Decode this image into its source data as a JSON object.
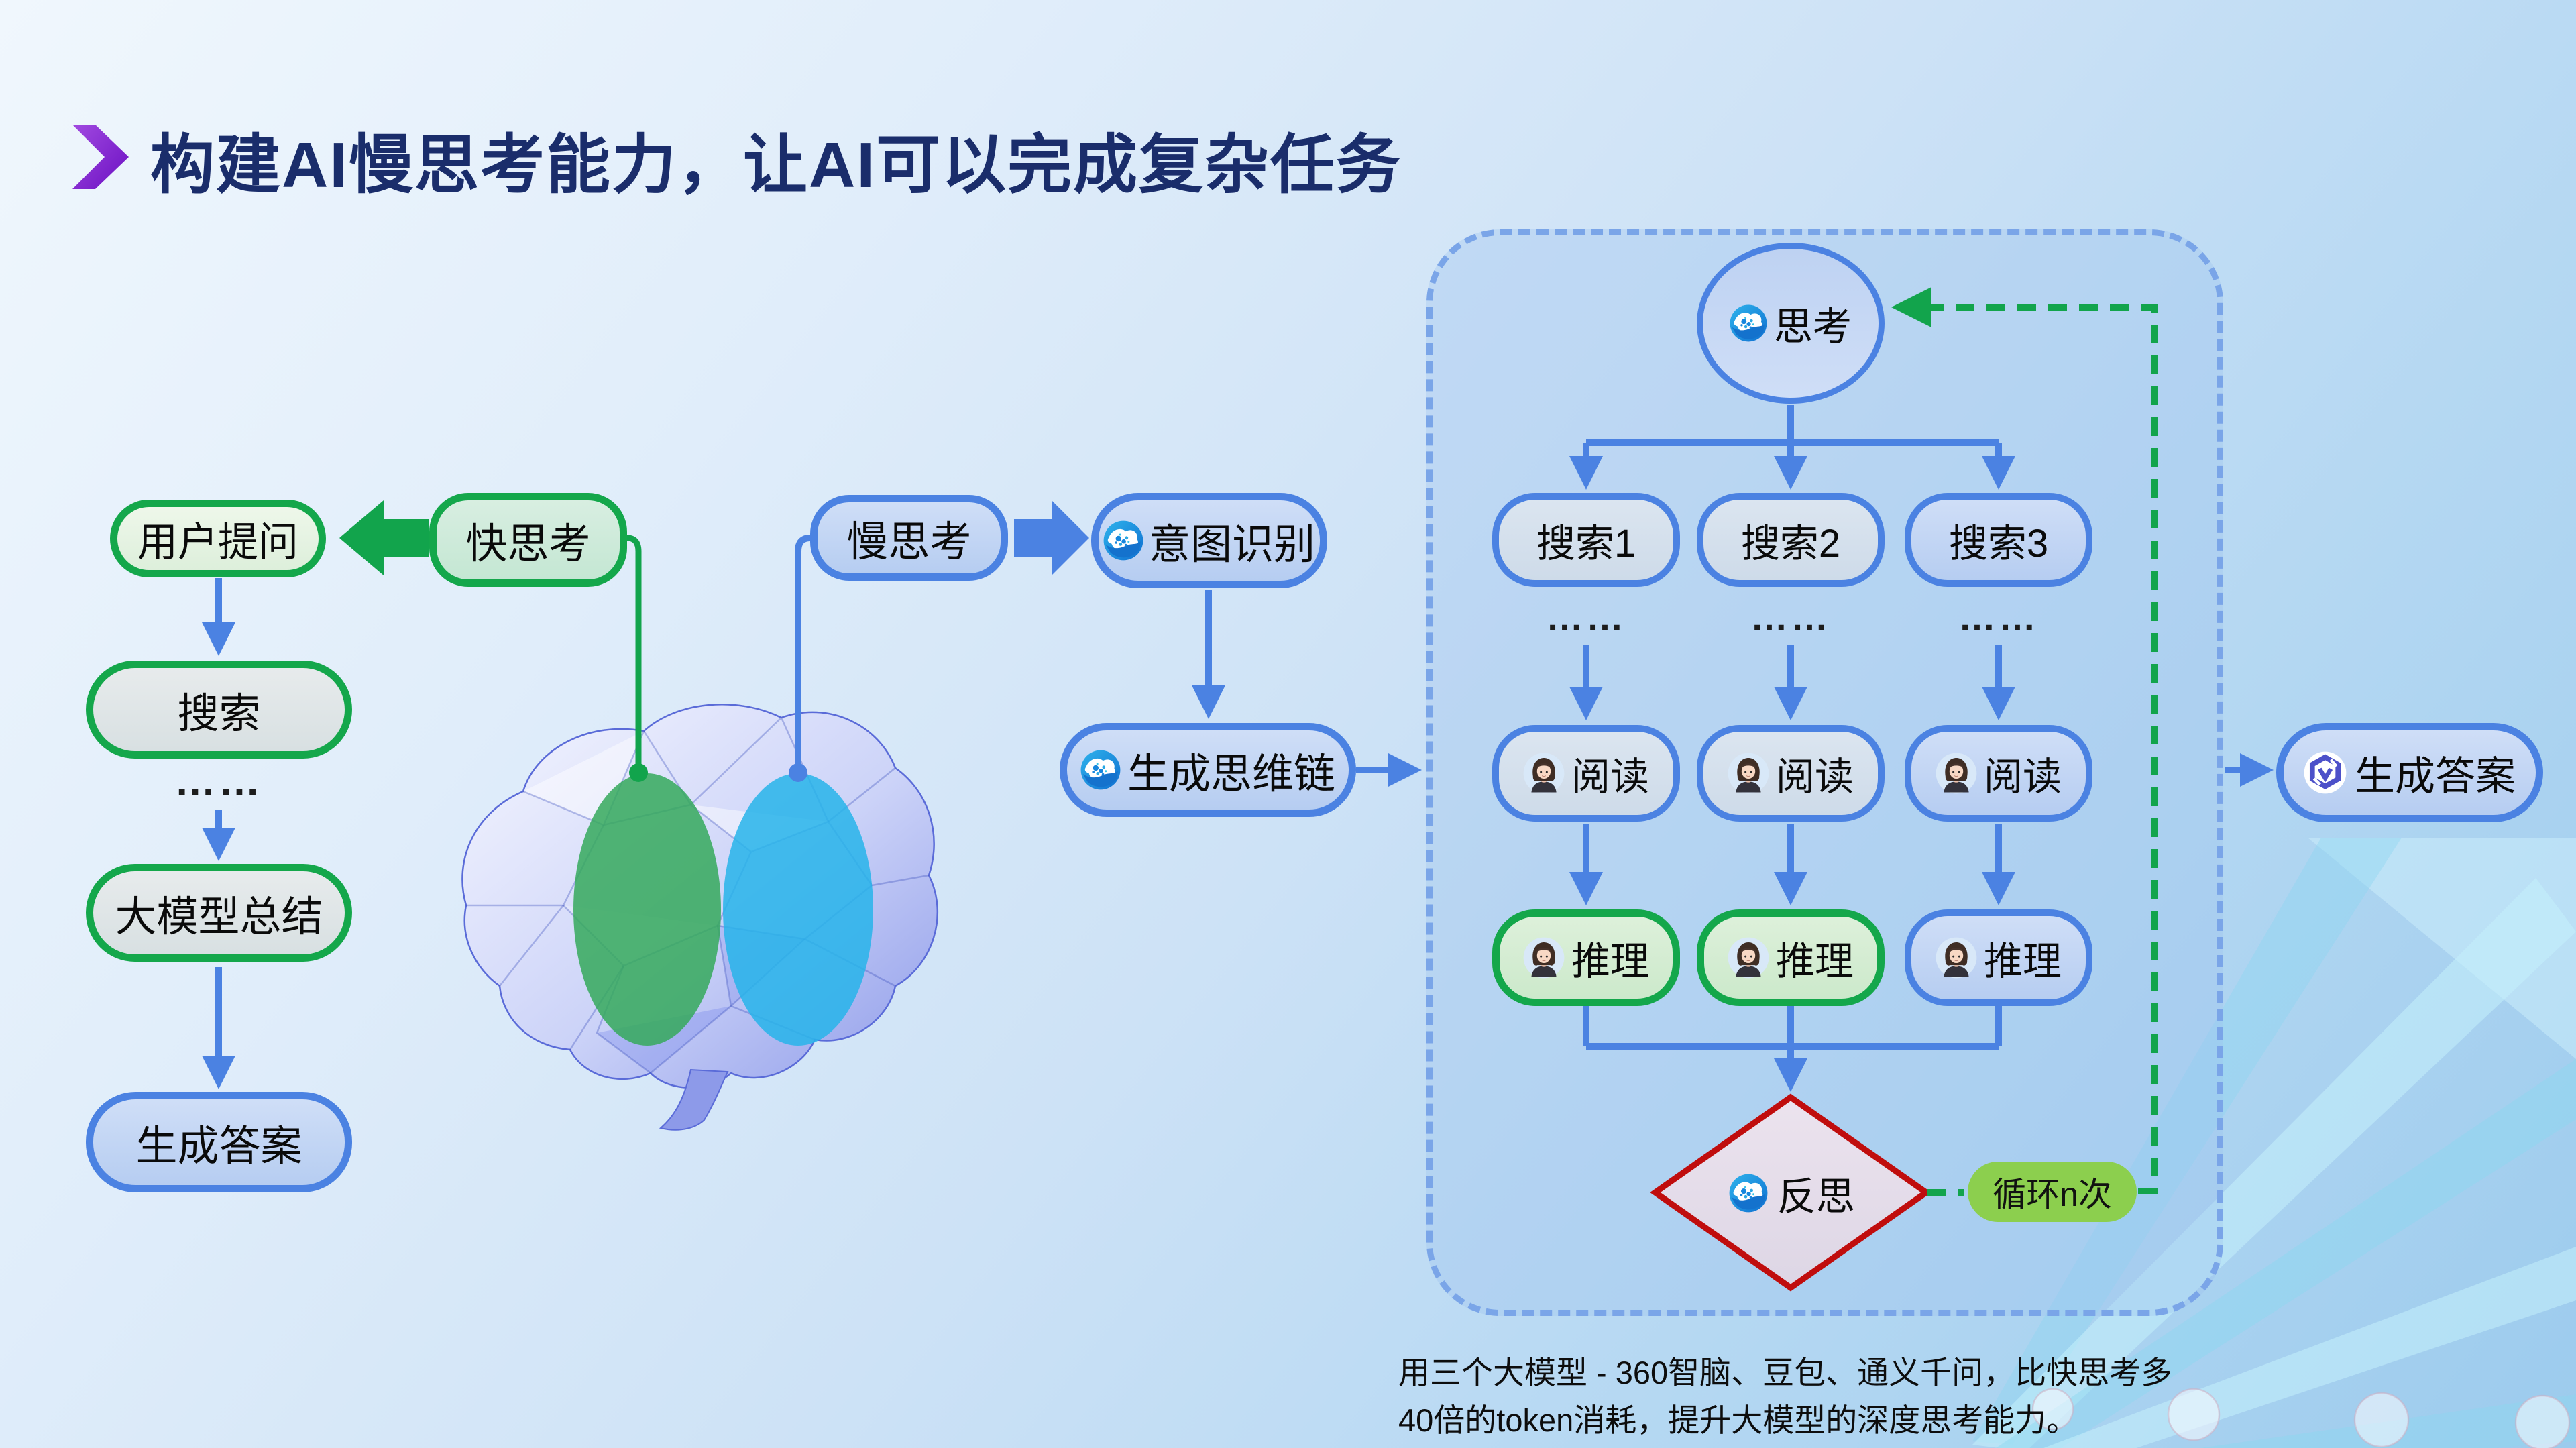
{
  "title": "构建AI慢思考能力，让AI可以完成复杂任务",
  "left_flow": {
    "user_question": "用户提问",
    "fast_think": "快思考",
    "search": "搜索",
    "dots": "……",
    "summary": "大模型总结",
    "answer": "生成答案"
  },
  "middle_flow": {
    "slow_think": "慢思考",
    "intent": "意图识别",
    "cot": "生成思维链"
  },
  "loop_box": {
    "think": "思考",
    "search1": "搜索1",
    "search2": "搜索2",
    "search3": "搜索3",
    "dots": "……",
    "read": "阅读",
    "reason": "推理",
    "reflect": "反思",
    "loop_label": "循环n次"
  },
  "output": {
    "answer": "生成答案"
  },
  "footnote": {
    "line1": "用三个大模型 - 360智脑、豆包、通义千问，比快思考多",
    "line2": "40倍的token消耗，提升大模型的深度思考能力。"
  },
  "icons": {
    "chevron": "title-chevron",
    "ai_brain": "360-ai-brain-icon",
    "avatar": "girl-avatar-icon",
    "tongyi": "tongyi-qianwen-icon"
  },
  "colors": {
    "title": "#1a2d6b",
    "green_accent": "#14a74b",
    "blue_accent": "#4b82e2",
    "red_accent": "#c00d0d",
    "loop_pill": "#8ccf4e",
    "brain_green_zone": "#35a95c",
    "brain_blue_zone": "#27b4ea",
    "purple_chevron": "#8b2fd6"
  }
}
